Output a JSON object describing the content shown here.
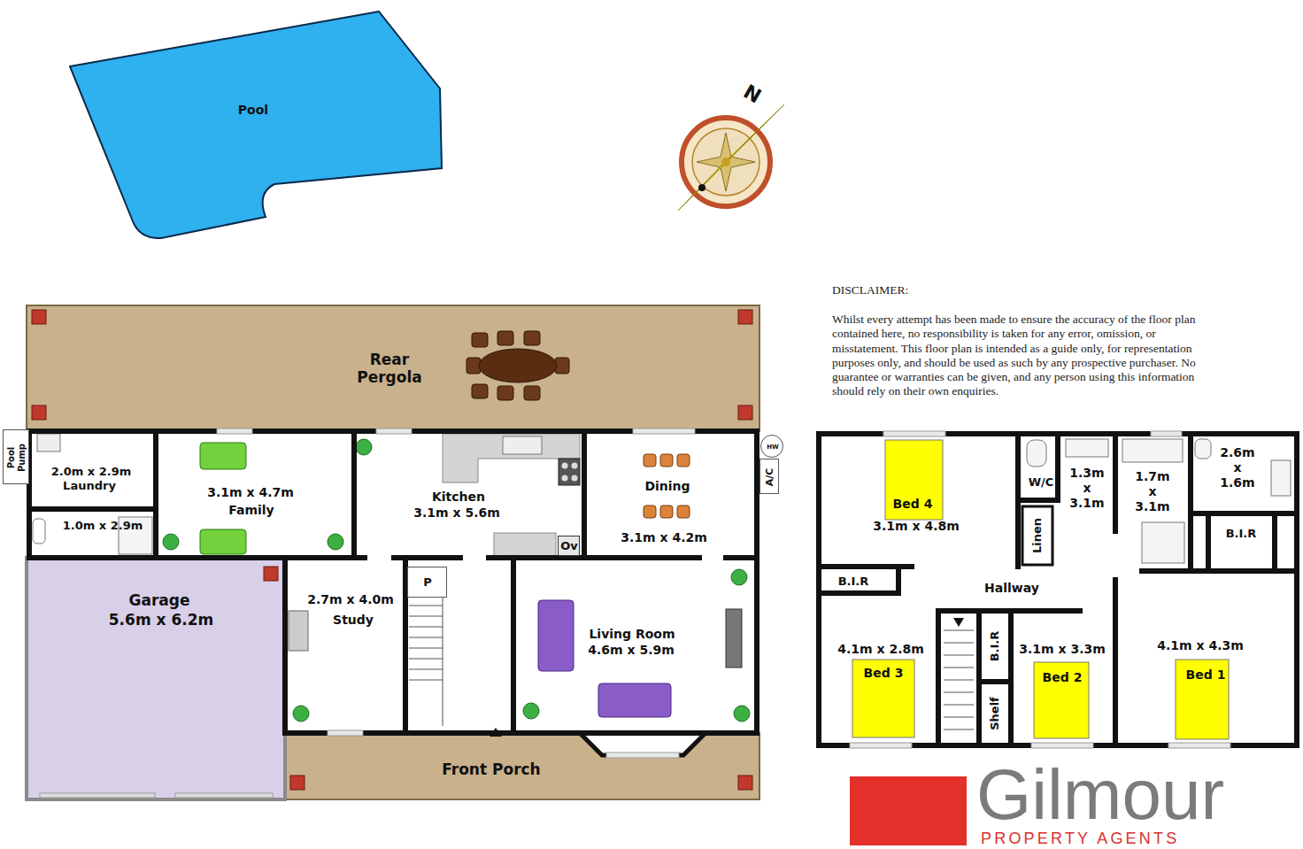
{
  "diagram": {
    "nodes": [
      {
        "text": [
          "Pool"
        ]
      },
      {
        "text": [
          "Rear Pergola"
        ]
      },
      {
        "text": [
          "Pool Pump"
        ]
      },
      {
        "text": [
          "2.0m x 2.9m",
          "Laundry"
        ]
      },
      {
        "text": [
          "3.1m x 4.7m",
          "Family"
        ]
      },
      {
        "text": [
          "Kitchen",
          "3.1m x 5.6m"
        ]
      },
      {
        "text": [
          "Ov"
        ],
        "in": 5
      },
      {
        "text": [
          "Dining",
          "3.1m x 4.2m"
        ]
      },
      {
        "text": [
          "HW"
        ]
      },
      {
        "text": [
          "A/C"
        ]
      },
      {
        "text": [
          "1.0m x 2.9m"
        ]
      },
      {
        "text": [
          "Garage",
          "5.6m x 6.2m"
        ]
      },
      {
        "text": [
          "2.7m x 4.0m",
          "Study"
        ]
      },
      {
        "text": [
          "P"
        ]
      },
      {
        "text": [
          "Living Room",
          "4.6m x 5.9m"
        ]
      },
      {
        "text": [
          "Front Porch"
        ]
      },
      {
        "text": [
          "Bed 4",
          "3.1m x 4.8m"
        ]
      },
      {
        "text": [
          "W/C"
        ]
      },
      {
        "text": [
          "1.3m x 3.1m"
        ]
      },
      {
        "text": [
          "1.7m x 3.1m"
        ]
      },
      {
        "text": [
          "2.6m x 1.6m"
        ]
      },
      {
        "text": [
          "Linen"
        ]
      },
      {
        "text": [
          "B.I.R"
        ]
      },
      {
        "text": [
          "Hallway"
        ]
      },
      {
        "text": [
          "B.I.R"
        ]
      },
      {
        "text": [
          "4.1m x 2.8m",
          "Bed 3"
        ]
      },
      {
        "text": [
          "B.I.R"
        ]
      },
      {
        "text": [
          "3.1m x 3.3m",
          "Bed 2"
        ]
      },
      {
        "text": [
          "4.1m x 4.3m",
          "Bed 1"
        ]
      },
      {
        "text": [
          "Shelf"
        ]
      }
    ],
    "labels": [
      "N",
      "DISCLAIMER:",
      "Whilst every attempt has been made to ensure the accuracy of the floor plan contained here, no responsibility is taken for any error, omission, or misstatement. This floor plan is intended as a guide only, for representation purposes only, and should be used as such by any prospective purchaser. No guarantee or warranties can be given, and any person using this information should rely on their own enquiries.",
      "Gilmour",
      "PROPERTY AGENTS"
    ]
  }
}
